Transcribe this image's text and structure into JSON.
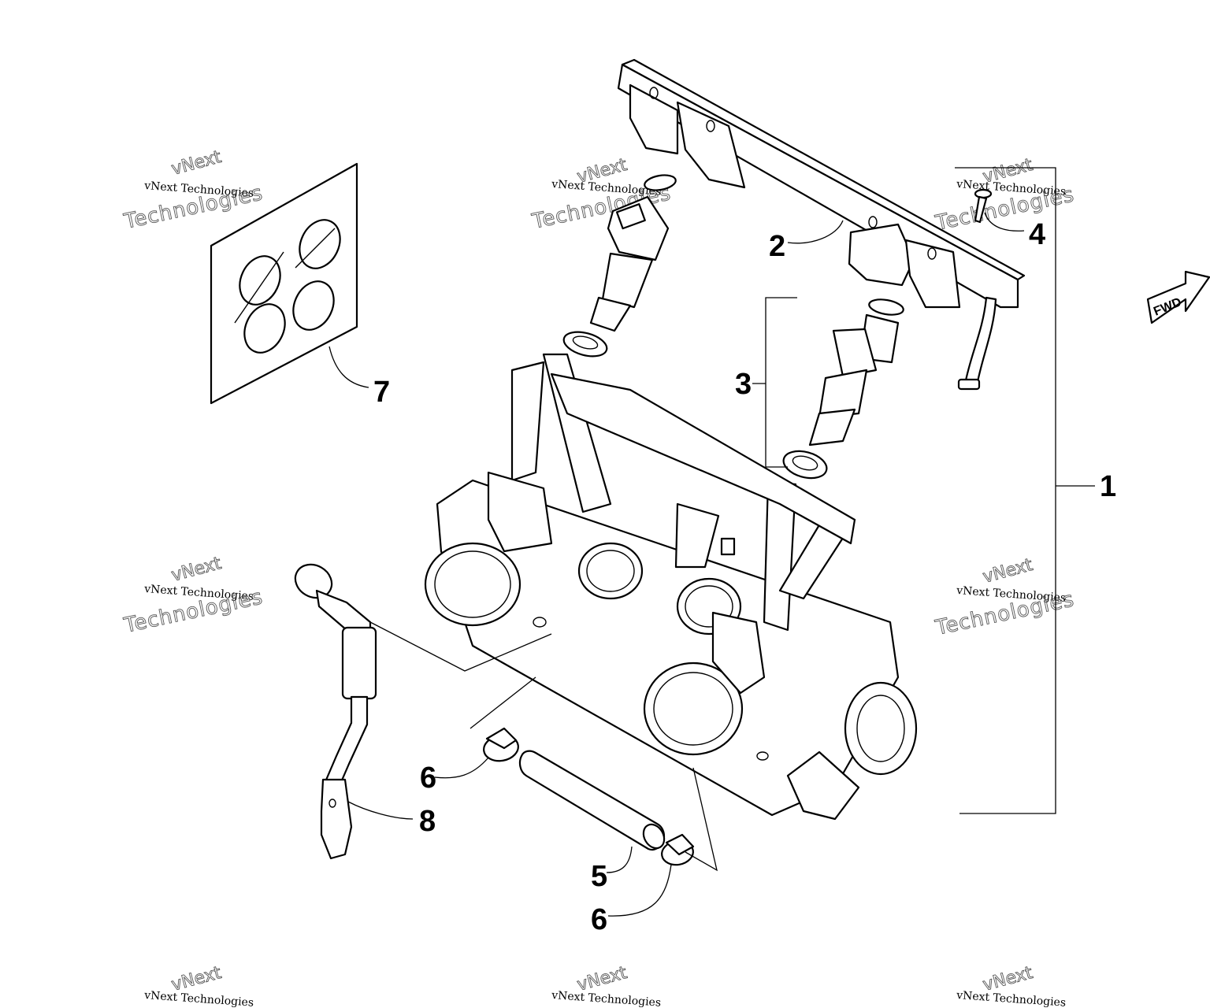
{
  "callouts": [
    {
      "id": "1",
      "label": "1"
    },
    {
      "id": "2",
      "label": "2"
    },
    {
      "id": "3",
      "label": "3"
    },
    {
      "id": "4",
      "label": "4"
    },
    {
      "id": "5",
      "label": "5"
    },
    {
      "id": "6a",
      "label": "6"
    },
    {
      "id": "6b",
      "label": "6"
    },
    {
      "id": "7",
      "label": "7"
    },
    {
      "id": "8",
      "label": "8"
    }
  ],
  "direction_arrow": {
    "label": "FWD"
  },
  "watermark": {
    "line1": "vNext Technologies",
    "line2": "vNext",
    "line3": "Technologies"
  }
}
